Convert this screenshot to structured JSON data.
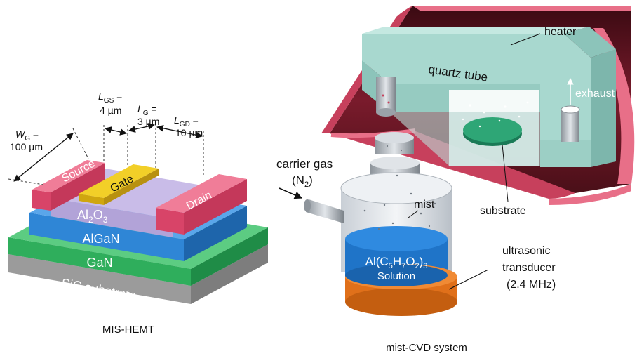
{
  "hemt": {
    "caption": "MIS-HEMT",
    "layers": {
      "sic": "SiC substrate",
      "gan": "GaN",
      "algan": "AlGaN",
      "al2o3_main": "Al",
      "al2o3_sub1": "2",
      "al2o3_o": "O",
      "al2o3_sub2": "3"
    },
    "contacts": {
      "source": "Source",
      "gate": "Gate",
      "drain": "Drain"
    },
    "dimensions": {
      "wg": {
        "sym": "W",
        "sub": "G",
        "eq": " =",
        "value": "100 µm"
      },
      "lgs": {
        "sym": "L",
        "sub": "GS",
        "eq": " =",
        "value": "4 µm"
      },
      "lg": {
        "sym": "L",
        "sub": "G",
        "eq": " =",
        "value": "3 µm"
      },
      "lgd": {
        "sym": "L",
        "sub": "GD",
        "eq": " =",
        "value": "10 µm"
      }
    }
  },
  "cvd": {
    "caption": "mist-CVD system",
    "heater": "heater",
    "quartz_tube": "quartz tube",
    "exhaust": "exhaust",
    "substrate": "substrate",
    "mist": "mist",
    "carrier_gas": {
      "line1": "carrier gas",
      "paren_open": "(N",
      "sub": "2",
      "paren_close": ")"
    },
    "solution": {
      "p1": "Al(C",
      "s1": "5",
      "p2": "H",
      "s2": "7",
      "p3": "O",
      "s3": "2",
      "p4": ")",
      "s4": "3",
      "line2": "Solution"
    },
    "transducer": {
      "line1": "ultrasonic",
      "line2": "transducer",
      "line3": "(2.4 MHz)"
    }
  },
  "colors": {
    "sic": "#9b9b9b",
    "gan": "#2fae5c",
    "algan": "#2f86d6",
    "al2o3": "#b2a3d8",
    "contact": "#e85a7a",
    "gate": "#e8c21a",
    "heater_inner": "#6e1624",
    "heater_outer": "#e86f88",
    "quartz": "#a8d8cf",
    "solution": "#1f74c8",
    "transducer": "#e0701a"
  }
}
